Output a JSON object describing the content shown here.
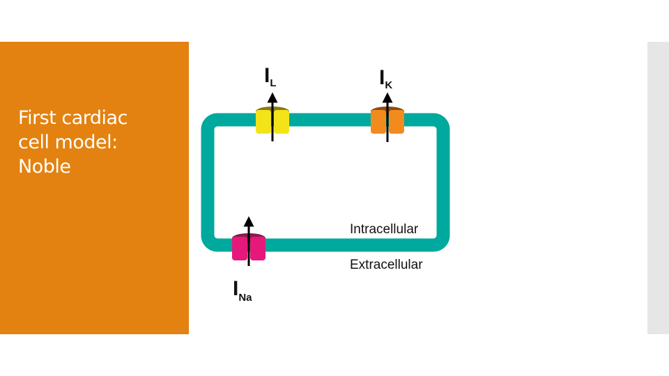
{
  "slide": {
    "title_lines": [
      "First cardiac",
      "cell model:",
      "Noble"
    ]
  },
  "diagram": {
    "colors": {
      "panel": "#e38210",
      "membrane": "#00a99d",
      "channel_L": "#f3e41a",
      "channel_K": "#f28b1e",
      "channel_Na": "#e6197a"
    },
    "currents": [
      {
        "id": "L",
        "main": "I",
        "sub": "L",
        "direction": "outward"
      },
      {
        "id": "K",
        "main": "I",
        "sub": "K",
        "direction": "outward"
      },
      {
        "id": "Na",
        "main": "I",
        "sub": "Na",
        "direction": "inward"
      }
    ],
    "labels": {
      "intracellular": "Intracellular",
      "extracellular": "Extracellular"
    }
  }
}
